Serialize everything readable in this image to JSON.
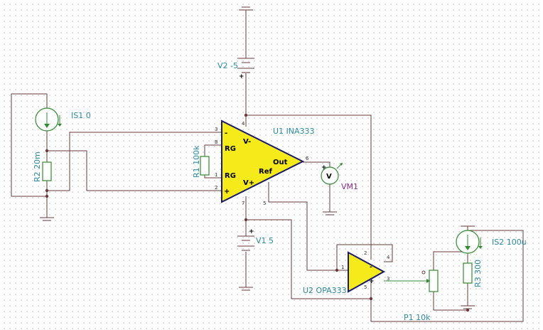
{
  "components": {
    "u1": {
      "label": "U1 INA333",
      "inputs": {
        "minus": "-",
        "plus": "+"
      },
      "rg_top": "RG",
      "rg_bottom": "RG",
      "vminus": "V-",
      "vplus": "V+",
      "ref": "Ref",
      "out": "Out",
      "pins": {
        "p3": "3",
        "p8": "8",
        "p1": "1",
        "p2": "2",
        "p4": "4",
        "p5": "5",
        "p6": "6",
        "p7": "7"
      }
    },
    "u2": {
      "label": "U2 OPA333",
      "pins": {
        "p1": "1",
        "p2": "2",
        "p3": "3",
        "p4": "4",
        "p5": "5"
      }
    },
    "v2": {
      "label": "V2 -5"
    },
    "v1": {
      "label": "V1 5"
    },
    "is1": {
      "label": "IS1 0"
    },
    "is2": {
      "label": "IS2 100u"
    },
    "r1": {
      "label": "R1 100k"
    },
    "r2": {
      "label": "R2 20m"
    },
    "r3": {
      "label": "R3 300"
    },
    "p1": {
      "label": "P1 10k"
    },
    "vm1": {
      "label": "VM1",
      "symbol": "V"
    }
  },
  "colors": {
    "wire": "#6b3a3a",
    "opamp_fill": "#f5ea1a",
    "opamp_stroke": "#1a1a6e",
    "label": "#2a8aa0",
    "meter_label": "#8a2a8a",
    "green_wire": "#2e8b2e"
  }
}
